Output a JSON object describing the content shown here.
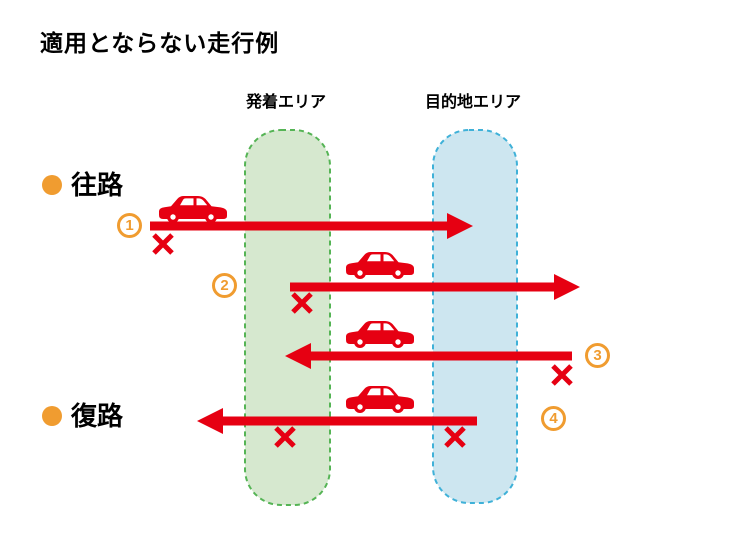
{
  "title": "適用とならない走行例",
  "areas": {
    "departure": {
      "label": "発着エリア",
      "fill": "#d6e8cf",
      "border": "#55b455"
    },
    "destination": {
      "label": "目的地エリア",
      "fill": "#cde6f0",
      "border": "#3fb1d8"
    }
  },
  "rows": {
    "outbound": {
      "label": "往路"
    },
    "return": {
      "label": "復路"
    }
  },
  "examples": [
    {
      "number": "1",
      "row": "outbound",
      "direction": "right",
      "cross_count": 1
    },
    {
      "number": "2",
      "row": "outbound",
      "direction": "right",
      "cross_count": 1
    },
    {
      "number": "3",
      "row": "outbound",
      "direction": "left",
      "cross_count": 1
    },
    {
      "number": "4",
      "row": "return",
      "direction": "left",
      "cross_count": 2
    }
  ],
  "colors": {
    "red": "#e60012",
    "orange": "#f09c30",
    "text": "#000000",
    "green_fill": "#d6e8cf",
    "green_border": "#55b455",
    "blue_fill": "#cde6f0",
    "blue_border": "#3fb1d8"
  },
  "icons": {
    "bullet": "●",
    "cross": "×",
    "car": "car-silhouette",
    "arrow_right": "→",
    "arrow_left": "←"
  }
}
